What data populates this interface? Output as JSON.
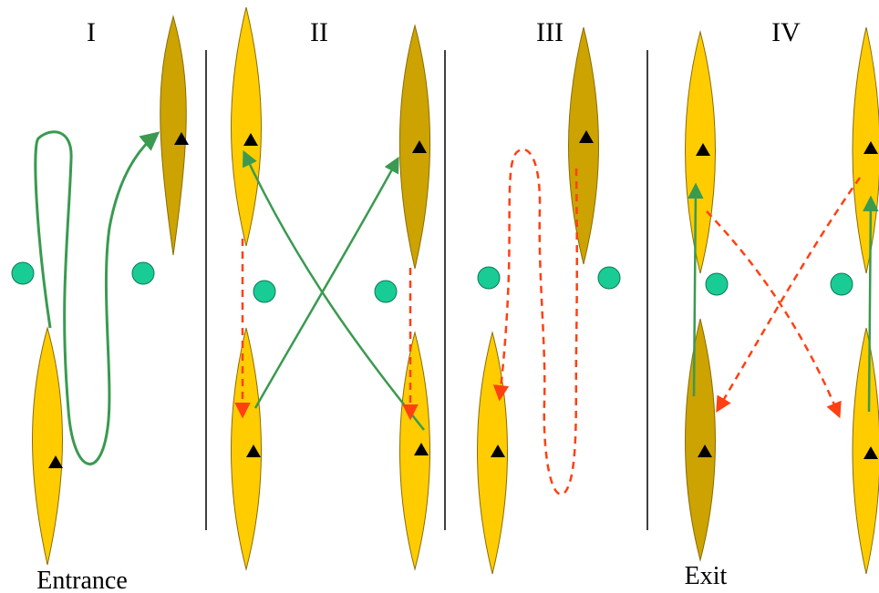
{
  "panels": [
    {
      "label": "I"
    },
    {
      "label": "II"
    },
    {
      "label": "III"
    },
    {
      "label": "IV"
    }
  ],
  "labels": {
    "entrance": "Entrance",
    "exit": "Exit"
  },
  "colors": {
    "flower_light": "#ffcc00",
    "flower_dark": "#cca300",
    "flower_stroke": "#8a6d00",
    "marker": "#000000",
    "dot": "#19cc95",
    "dot_stroke": "#0b7a55",
    "path_solid": "#3a9a50",
    "path_dashed": "#ff4011",
    "divider": "#000000"
  }
}
